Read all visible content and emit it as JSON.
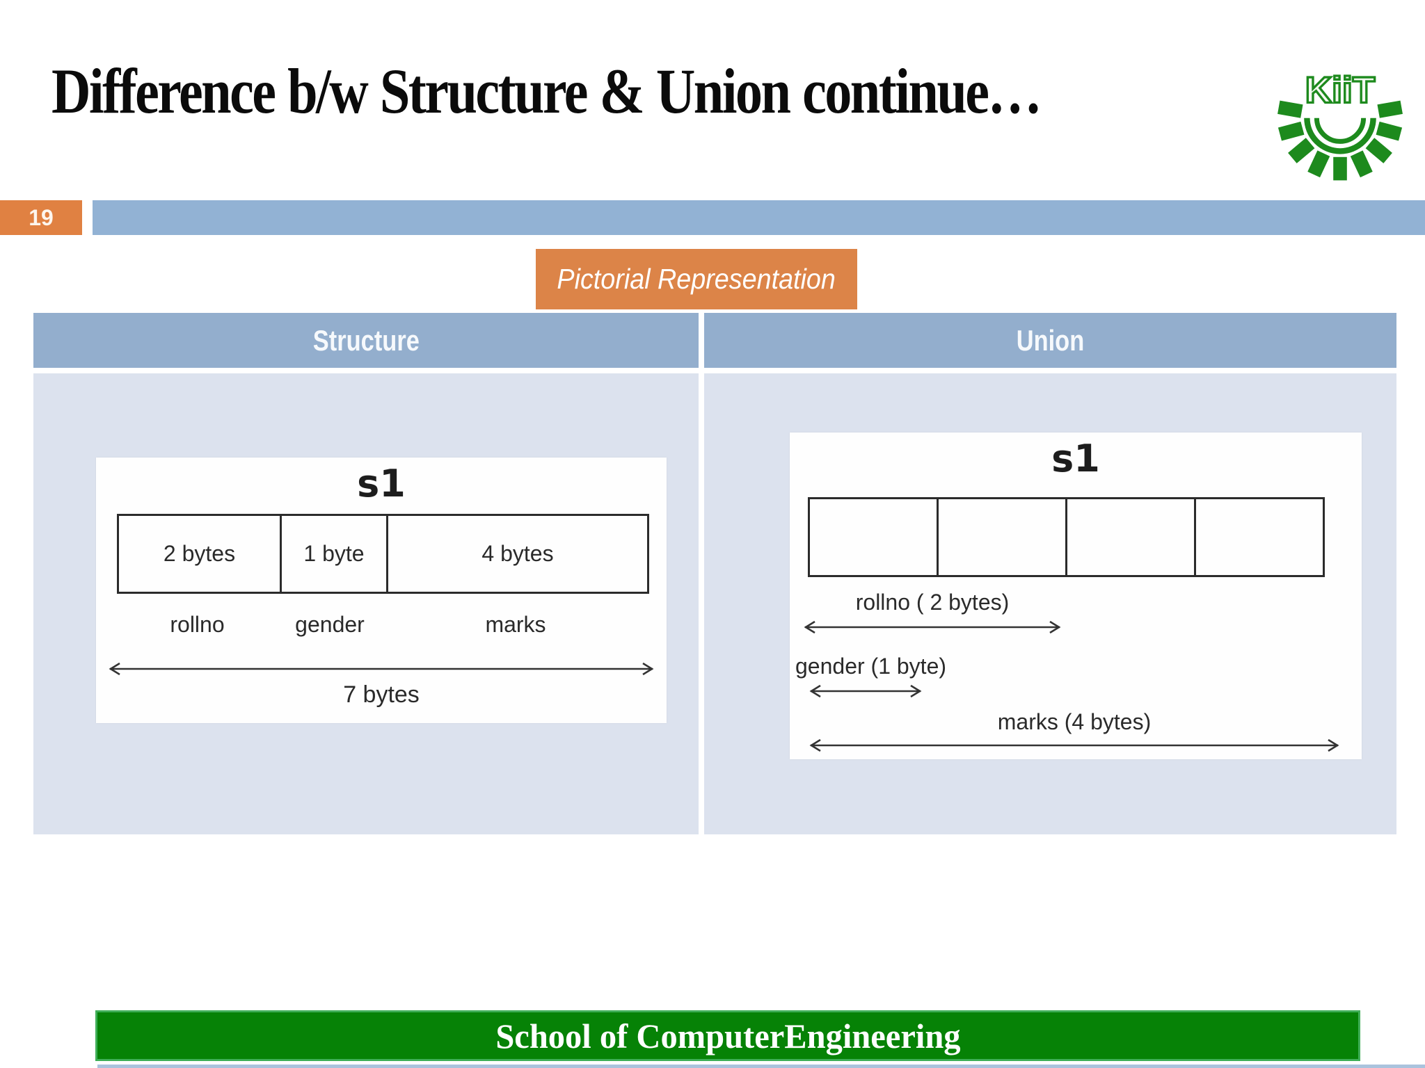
{
  "slide": {
    "title": "Difference b/w Structure & Union continue…",
    "page_number": "19",
    "badge_label": "Pictorial Representation",
    "footer_text": "School of ComputerEngineering",
    "logo_text": "KiiT"
  },
  "comparison_table": {
    "columns": [
      {
        "header": "Structure"
      },
      {
        "header": "Union"
      }
    ]
  },
  "structure_diagram": {
    "variable": "s1",
    "cells": [
      {
        "size": "2 bytes",
        "member": "rollno"
      },
      {
        "size": "1 byte",
        "member": "gender"
      },
      {
        "size": "4 bytes",
        "member": "marks"
      }
    ],
    "total_label": "7 bytes"
  },
  "union_diagram": {
    "variable": "s1",
    "memory_cells": 4,
    "members": [
      {
        "label": "rollno ( 2 bytes)"
      },
      {
        "label": "gender (1 byte)"
      },
      {
        "label": "marks (4 bytes)"
      }
    ]
  },
  "colors": {
    "strip_blue": "#92b2d4",
    "header_blue": "#93aecd",
    "body_blue_grey": "#dce2ee",
    "accent_orange": "#dc8448",
    "page_box_orange": "#e08142",
    "footer_green": "#068206",
    "logo_green": "#1d8a1d"
  }
}
